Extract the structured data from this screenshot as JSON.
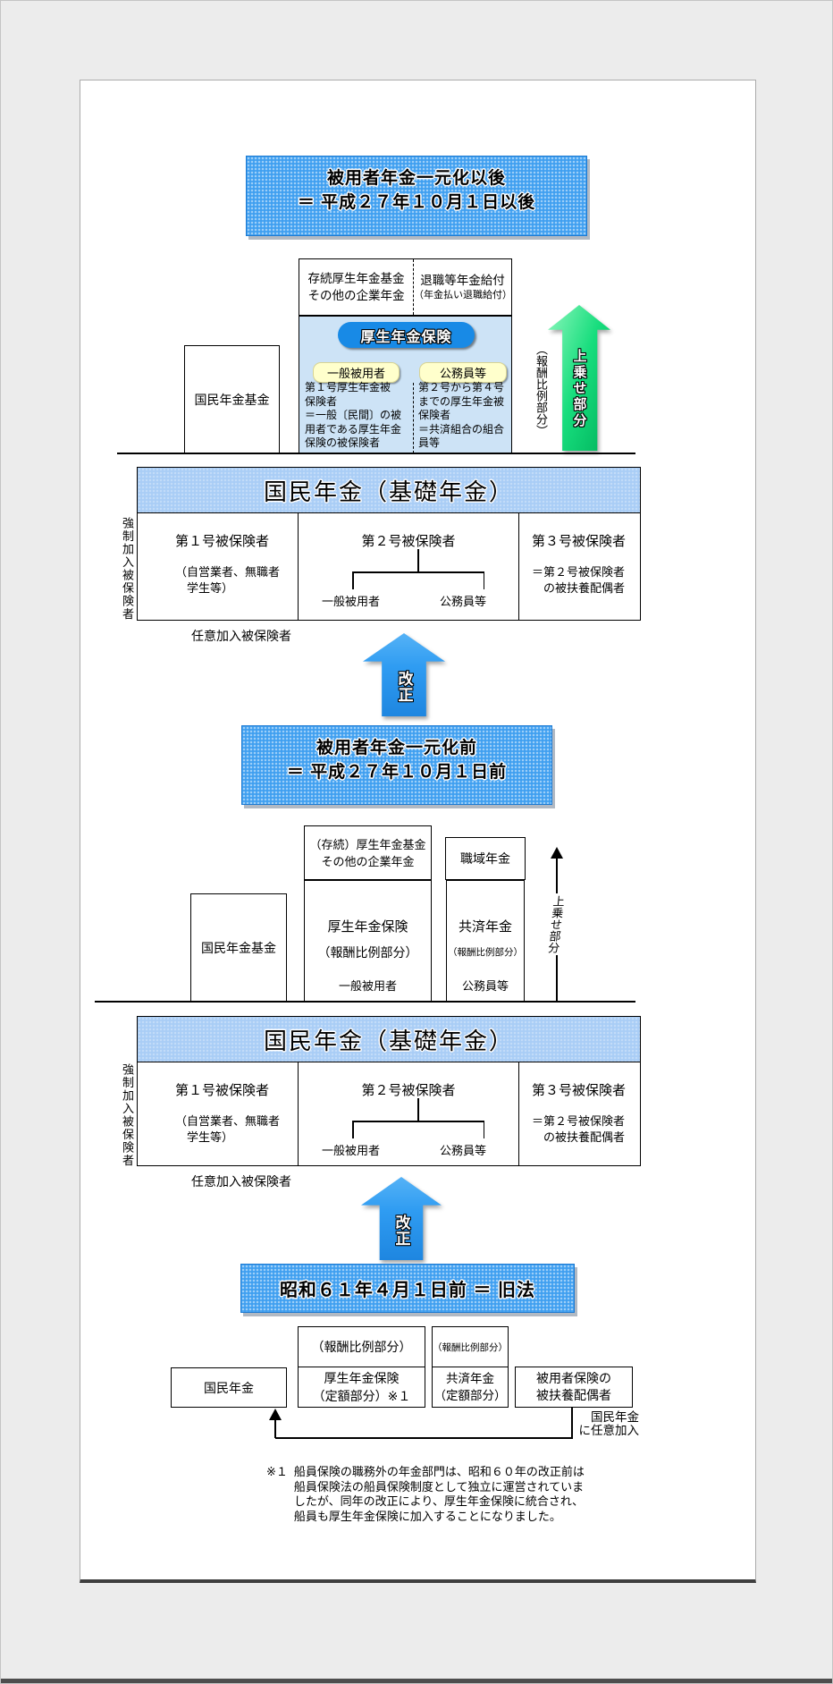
{
  "colors": {
    "banner_blue": "#3f9ff0",
    "header_light_blue": "#a9cdf6",
    "panel_light_blue": "#cde3f6",
    "pill_blue": "#188ae6",
    "pill_yellow": "#ffffcc",
    "arrow_green": "#17dd7d",
    "arrow_blue": "#2f9cf2"
  },
  "banners": {
    "after": {
      "line1": "被用者年金一元化以後",
      "line2": "＝ 平成２７年１０月１日以後"
    },
    "before": {
      "line1": "被用者年金一元化前",
      "line2": "＝ 平成２７年１０月１日前"
    },
    "old_law": {
      "line1": "昭和６１年４月１日前 ＝ 旧法"
    }
  },
  "after_unification": {
    "kokumin_nenkin_kikin": "国民年金基金",
    "sonzoku_box": "存続厚生年金基金\nその他の企業年金",
    "taishoku_line1": "退職等年金給付",
    "taishoku_line2": "（年金払い退職給付）",
    "kosei_nenkin_hoken": "厚生年金保険",
    "ippan_hiyousha": "一般被用者",
    "komuin_tou": "公務員等",
    "dai1_note": "第１号厚生年金被\n保険者\n＝一般〔民間〕の被\n用者である厚生年金\n保険の被保険者",
    "dai2_note": "第２号から第４号\nまでの厚生年金被\n保険者\n＝共済組合の組合\n員等",
    "uwanose": "上乗せ部分",
    "housyu_hirei": "（報酬比例部分）"
  },
  "kiso_after": {
    "title": "国民年金（基礎年金）",
    "side_label": "強制加入被保険者",
    "col1_title": "第１号被保険者",
    "col1_note": "（自営業者、無職者\n　学生等）",
    "col2_title": "第２号被保険者",
    "col2_branch_left": "一般被用者",
    "col2_branch_right": "公務員等",
    "col3_title": "第３号被保険者",
    "col3_note": "＝第２号被保険者\n　の被扶養配偶者",
    "voluntary_label": "任意加入被保険者"
  },
  "kaisei_arrow_label": "改正",
  "before_unification": {
    "kokumin_nenkin_kikin": "国民年金基金",
    "sonzoku_box": "（存続）厚生年金基金\nその他の企業年金",
    "shokuiki_nenkin": "職域年金",
    "kosei_line1": "厚生年金保険",
    "kosei_line2": "（報酬比例部分）",
    "kosei_bottom": "一般被用者",
    "kyosai_line1": "共済年金",
    "kyosai_line2": "（報酬比例部分）",
    "kyosai_bottom": "公務員等",
    "uwanose": "上乗せ部分"
  },
  "kiso_before": {
    "title": "国民年金（基礎年金）",
    "side_label": "強制加入被保険者",
    "col1_title": "第１号被保険者",
    "col1_note": "（自営業者、無職者\n　学生等）",
    "col2_title": "第２号被保険者",
    "col2_branch_left": "一般被用者",
    "col2_branch_right": "公務員等",
    "col3_title": "第３号被保険者",
    "col3_note": "＝第２号被保険者\n　の被扶養配偶者",
    "voluntary_label": "任意加入被保険者"
  },
  "old_law": {
    "kokumin_nenkin": "国民年金",
    "kosei_top": "（報酬比例部分）",
    "kosei_main": "厚生年金保険\n（定額部分）※１",
    "kyosai_top": "（報酬比例部分）",
    "kyosai_main": "共済年金\n（定額部分）",
    "fuyou_box": "被用者保険の\n被扶養配偶者",
    "voluntary_note": "国民年金\nに任意加入"
  },
  "footnote": {
    "marker": "※１",
    "text": "船員保険の職務外の年金部門は、昭和６０年の改正前は\n船員保険法の船員保険制度として独立に運営されていま\nしたが、同年の改正により、厚生年金保険に統合され、\n船員も厚生年金保険に加入することになりました。"
  }
}
